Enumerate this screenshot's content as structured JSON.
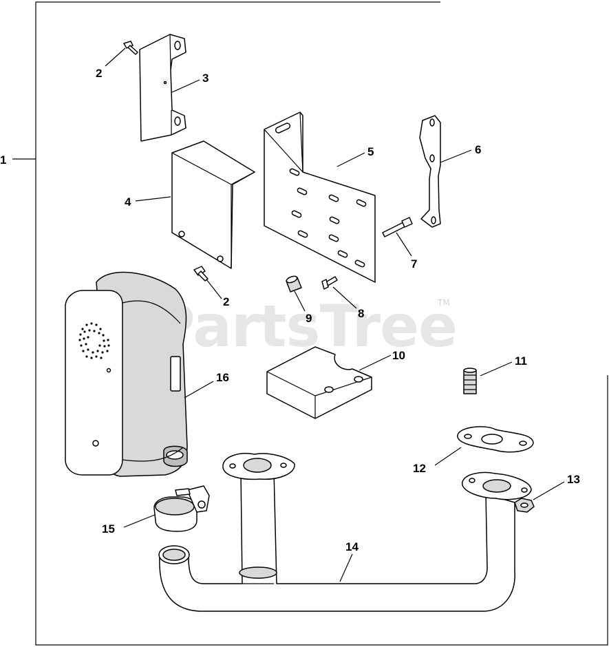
{
  "watermark": {
    "text": "PartsTree",
    "tm": "TM"
  },
  "callouts": [
    {
      "id": "1",
      "label": "1"
    },
    {
      "id": "2a",
      "label": "2"
    },
    {
      "id": "2b",
      "label": "2"
    },
    {
      "id": "3",
      "label": "3"
    },
    {
      "id": "4",
      "label": "4"
    },
    {
      "id": "5",
      "label": "5"
    },
    {
      "id": "6",
      "label": "6"
    },
    {
      "id": "7",
      "label": "7"
    },
    {
      "id": "8",
      "label": "8"
    },
    {
      "id": "9",
      "label": "9"
    },
    {
      "id": "10",
      "label": "10"
    },
    {
      "id": "11",
      "label": "11"
    },
    {
      "id": "12",
      "label": "12"
    },
    {
      "id": "13",
      "label": "13"
    },
    {
      "id": "14",
      "label": "14"
    },
    {
      "id": "15",
      "label": "15"
    },
    {
      "id": "16",
      "label": "16"
    }
  ]
}
